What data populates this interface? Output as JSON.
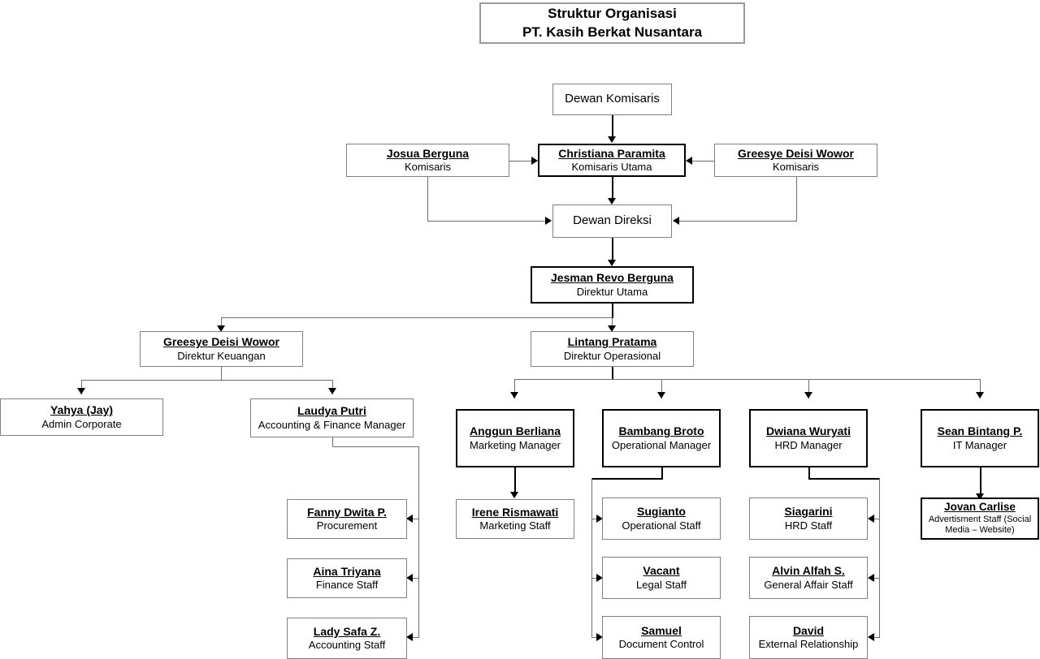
{
  "title": {
    "line1": "Struktur Organisasi",
    "line2": "PT. Kasih Berkat Nusantara"
  },
  "nodes": {
    "dewan_komisaris": {
      "title": "Dewan Komisaris"
    },
    "dewan_direksi": {
      "title": "Dewan Direksi"
    },
    "josua": {
      "name": "Josua Berguna",
      "title": "Komisaris"
    },
    "christiana": {
      "name": "Christiana Paramita",
      "title": "Komisaris Utama"
    },
    "greesye_kom": {
      "name": "Greesye Deisi Wowor",
      "title": "Komisaris"
    },
    "jesman": {
      "name": "Jesman Revo Berguna",
      "title": "Direktur Utama"
    },
    "greesye_dir": {
      "name": "Greesye Deisi Wowor",
      "title": "Direktur Keuangan"
    },
    "lintang": {
      "name": "Lintang Pratama",
      "title": "Direktur Operasional"
    },
    "yahya": {
      "name": "Yahya (Jay)",
      "title": "Admin Corporate"
    },
    "laudya": {
      "name": "Laudya Putri",
      "title": "Accounting & Finance Manager"
    },
    "anggun": {
      "name": "Anggun Berliana",
      "title": "Marketing Manager"
    },
    "bambang": {
      "name": "Bambang Broto",
      "title": "Operational Manager"
    },
    "dwiana": {
      "name": "Dwiana Wuryati",
      "title": "HRD Manager"
    },
    "sean": {
      "name": "Sean Bintang P.",
      "title": "IT Manager"
    },
    "fanny": {
      "name": "Fanny Dwita P.",
      "title": "Procurement"
    },
    "aina": {
      "name": "Aina Triyana",
      "title": "Finance Staff"
    },
    "lady": {
      "name": "Lady Safa Z.",
      "title": "Accounting Staff"
    },
    "irene": {
      "name": "Irene Rismawati",
      "title": "Marketing Staff"
    },
    "sugianto": {
      "name": "Sugianto",
      "title": "Operational Staff"
    },
    "vacant": {
      "name": "Vacant",
      "title": "Legal Staff"
    },
    "samuel": {
      "name": "Samuel",
      "title": "Document Control"
    },
    "siagarini": {
      "name": "Siagarini",
      "title": "HRD Staff"
    },
    "alvin": {
      "name": "Alvin Alfah S.",
      "title": "General Affair Staff"
    },
    "david": {
      "name": "David",
      "title": "External Relationship"
    },
    "jovan": {
      "name": "Jovan Carlise",
      "title": "Advertisment Staff (Social Media – Website)"
    }
  },
  "colors": {
    "box_border": "#808080",
    "box_border_thick": "#000000",
    "connector": "#6e6e6e",
    "background": "#ffffff",
    "text": "#000000"
  }
}
